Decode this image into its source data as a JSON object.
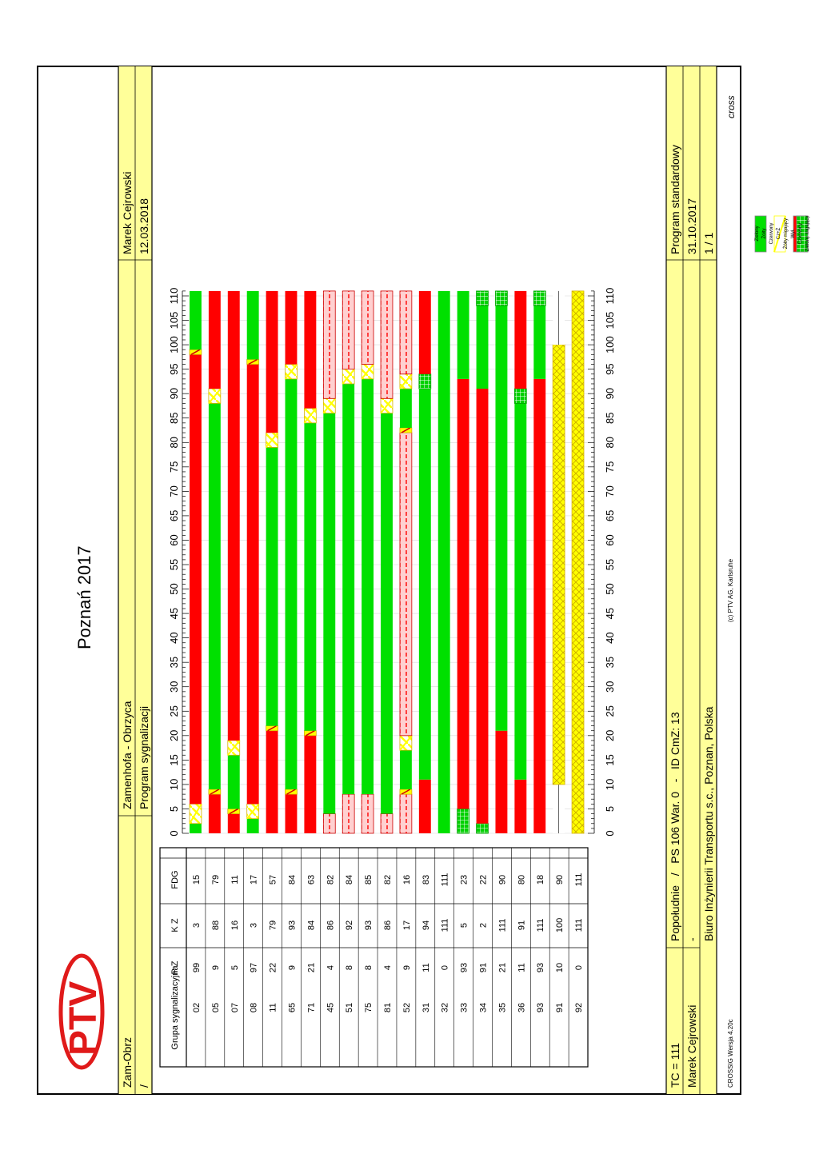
{
  "title": "Poznań 2017",
  "header": {
    "short_name": "Zam-Obrz",
    "slash": "/",
    "intersection": "Zamenhofa - Obrzyca",
    "program_type": "Program sygnalizacji",
    "author": "Marek Cejrowski",
    "date": "12.03.2018"
  },
  "footer": {
    "tc": "TC = 111",
    "author": "Marek Cejrowski",
    "program_line": "Popołudnie   /   PS 106 War. 0   -   ID CmZ: 13",
    "dash": "-",
    "company": "Biuro Inżynierii Transportu s.c., Poznan, Polska",
    "program_name": "Program standardowy",
    "date": "31.10.2017",
    "page": "1 / 1",
    "version": "CROSSIG Wersja 4.20c",
    "copyright": "(c) PTV AG, Karlsruhe"
  },
  "logo": {
    "text": "PTV",
    "color": "#e01a1a"
  },
  "colors": {
    "green": "#00e000",
    "red": "#ff0000",
    "yellow": "#ffff00",
    "header_band": "#ffff99",
    "border": "#000000"
  },
  "table": {
    "headers": [
      "Grupa sygnalizacyjna",
      "P Z",
      "K Z",
      "FDG"
    ],
    "rows": [
      {
        "group": "02",
        "pz": "99",
        "kz": "3",
        "fdg": "15"
      },
      {
        "group": "05",
        "pz": "9",
        "kz": "88",
        "fdg": "79"
      },
      {
        "group": "07",
        "pz": "5",
        "kz": "16",
        "fdg": "11"
      },
      {
        "group": "08",
        "pz": "97",
        "kz": "3",
        "fdg": "17"
      },
      {
        "group": "11",
        "pz": "22",
        "kz": "79",
        "fdg": "57"
      },
      {
        "group": "65",
        "pz": "9",
        "kz": "93",
        "fdg": "84"
      },
      {
        "group": "71",
        "pz": "21",
        "kz": "84",
        "fdg": "63"
      },
      {
        "group": "45",
        "pz": "4",
        "kz": "86",
        "fdg": "82"
      },
      {
        "group": "51",
        "pz": "8",
        "kz": "92",
        "fdg": "84"
      },
      {
        "group": "75",
        "pz": "8",
        "kz": "93",
        "fdg": "85"
      },
      {
        "group": "81",
        "pz": "4",
        "kz": "86",
        "fdg": "82"
      },
      {
        "group": "52",
        "pz": "9",
        "kz": "17",
        "fdg": "16"
      },
      {
        "group": "31",
        "pz": "11",
        "kz": "94",
        "fdg": "83"
      },
      {
        "group": "32",
        "pz": "0",
        "kz": "111",
        "fdg": "111"
      },
      {
        "group": "33",
        "pz": "93",
        "kz": "5",
        "fdg": "23"
      },
      {
        "group": "34",
        "pz": "91",
        "kz": "2",
        "fdg": "22"
      },
      {
        "group": "35",
        "pz": "21",
        "kz": "111",
        "fdg": "90"
      },
      {
        "group": "36",
        "pz": "11",
        "kz": "91",
        "fdg": "80"
      },
      {
        "group": "93",
        "pz": "93",
        "kz": "111",
        "fdg": "18"
      },
      {
        "group": "91",
        "pz": "10",
        "kz": "100",
        "fdg": "90"
      },
      {
        "group": "92",
        "pz": "0",
        "kz": "111",
        "fdg": "111"
      }
    ]
  },
  "chart_data": {
    "type": "timeline",
    "cycle": 111,
    "ticks": [
      0,
      5,
      10,
      15,
      20,
      25,
      30,
      35,
      40,
      45,
      50,
      55,
      60,
      65,
      70,
      75,
      80,
      85,
      90,
      95,
      100,
      105,
      110
    ],
    "tick_labels": [
      "0",
      "5",
      "10",
      "15",
      "20",
      "25",
      "30",
      "35",
      "40",
      "45",
      "50",
      "55",
      "60",
      "65",
      "70",
      "75",
      "80",
      "85",
      "90",
      "95",
      "100",
      "105",
      "110"
    ],
    "rows": [
      {
        "group": "02",
        "segments": [
          [
            "g",
            0,
            2
          ],
          [
            "y",
            2,
            6
          ],
          [
            "r",
            6,
            98
          ],
          [
            "cz",
            98,
            99
          ],
          [
            "g",
            99,
            111
          ]
        ]
      },
      {
        "group": "05",
        "segments": [
          [
            "r",
            0,
            8
          ],
          [
            "cz",
            8,
            9
          ],
          [
            "g",
            9,
            88
          ],
          [
            "y",
            88,
            91
          ],
          [
            "r",
            91,
            111
          ]
        ]
      },
      {
        "group": "07",
        "segments": [
          [
            "r",
            0,
            4
          ],
          [
            "cz",
            4,
            5
          ],
          [
            "g",
            5,
            16
          ],
          [
            "y",
            16,
            19
          ],
          [
            "r",
            19,
            111
          ]
        ]
      },
      {
        "group": "08",
        "segments": [
          [
            "g",
            0,
            3
          ],
          [
            "y",
            3,
            6
          ],
          [
            "r",
            6,
            96
          ],
          [
            "cz",
            96,
            97
          ],
          [
            "g",
            97,
            111
          ]
        ]
      },
      {
        "group": "11",
        "segments": [
          [
            "r",
            0,
            21
          ],
          [
            "cz",
            21,
            22
          ],
          [
            "g",
            22,
            79
          ],
          [
            "y",
            79,
            82
          ],
          [
            "r",
            82,
            111
          ]
        ]
      },
      {
        "group": "65",
        "segments": [
          [
            "r",
            0,
            8
          ],
          [
            "cz",
            8,
            9
          ],
          [
            "g",
            9,
            93
          ],
          [
            "y",
            93,
            96
          ],
          [
            "r",
            96,
            111
          ]
        ]
      },
      {
        "group": "71",
        "segments": [
          [
            "r",
            0,
            20
          ],
          [
            "cz",
            20,
            21
          ],
          [
            "g",
            21,
            84
          ],
          [
            "y",
            84,
            87
          ],
          [
            "r",
            87,
            111
          ]
        ]
      },
      {
        "group": "45",
        "segments": [
          [
            "rb",
            0,
            4
          ],
          [
            "g",
            4,
            86
          ],
          [
            "y",
            86,
            89
          ],
          [
            "rb",
            89,
            111
          ]
        ]
      },
      {
        "group": "51",
        "segments": [
          [
            "rb",
            0,
            8
          ],
          [
            "g",
            8,
            92
          ],
          [
            "y",
            92,
            95
          ],
          [
            "rb",
            95,
            111
          ]
        ]
      },
      {
        "group": "75",
        "segments": [
          [
            "rb",
            0,
            8
          ],
          [
            "g",
            8,
            93
          ],
          [
            "y",
            93,
            96
          ],
          [
            "rb",
            96,
            111
          ]
        ]
      },
      {
        "group": "81",
        "segments": [
          [
            "rb",
            0,
            4
          ],
          [
            "g",
            4,
            86
          ],
          [
            "y",
            86,
            89
          ],
          [
            "rb",
            89,
            111
          ]
        ]
      },
      {
        "group": "52",
        "segments": [
          [
            "rb",
            0,
            8
          ],
          [
            "cz",
            8,
            9
          ],
          [
            "g",
            9,
            17
          ],
          [
            "y",
            17,
            20
          ],
          [
            "rb",
            20,
            82
          ],
          [
            "cz",
            82,
            83
          ],
          [
            "g",
            83,
            91
          ],
          [
            "y",
            91,
            94
          ],
          [
            "rb",
            94,
            111
          ]
        ]
      },
      {
        "group": "31",
        "segments": [
          [
            "r",
            0,
            11
          ],
          [
            "g",
            11,
            91
          ],
          [
            "gb",
            91,
            94
          ],
          [
            "r",
            94,
            111
          ]
        ]
      },
      {
        "group": "32",
        "segments": [
          [
            "g",
            0,
            111
          ]
        ]
      },
      {
        "group": "33",
        "segments": [
          [
            "gb",
            0,
            5
          ],
          [
            "r",
            5,
            93
          ],
          [
            "g",
            93,
            111
          ]
        ]
      },
      {
        "group": "34",
        "segments": [
          [
            "gb",
            0,
            2
          ],
          [
            "r",
            2,
            91
          ],
          [
            "g",
            91,
            108
          ],
          [
            "gb",
            108,
            111
          ]
        ]
      },
      {
        "group": "35",
        "segments": [
          [
            "r",
            0,
            21
          ],
          [
            "g",
            21,
            108
          ],
          [
            "gb",
            108,
            111
          ]
        ]
      },
      {
        "group": "36",
        "segments": [
          [
            "r",
            0,
            11
          ],
          [
            "g",
            11,
            88
          ],
          [
            "gb",
            88,
            91
          ],
          [
            "r",
            91,
            111
          ]
        ]
      },
      {
        "group": "93",
        "segments": [
          [
            "r",
            0,
            93
          ],
          [
            "g",
            93,
            108
          ],
          [
            "gb",
            108,
            111
          ]
        ]
      },
      {
        "group": "91",
        "segments": [
          [
            "w",
            0,
            10
          ],
          [
            "yb",
            10,
            100
          ],
          [
            "w",
            100,
            111
          ]
        ]
      },
      {
        "group": "92",
        "segments": [
          [
            "yb",
            0,
            111
          ]
        ]
      }
    ],
    "legend": [
      {
        "key": "g",
        "label": "Zielony"
      },
      {
        "key": "y",
        "label": "Żółty"
      },
      {
        "key": "r",
        "label": "Czerwony"
      },
      {
        "key": "cz",
        "label": "Cz+Ż"
      },
      {
        "key": "yb",
        "label": "Żółty migający"
      },
      {
        "key": "w",
        "label": "Wył."
      },
      {
        "key": "rb",
        "label": "Czerwony"
      },
      {
        "key": "gb",
        "label": "Zielony migający"
      }
    ]
  }
}
